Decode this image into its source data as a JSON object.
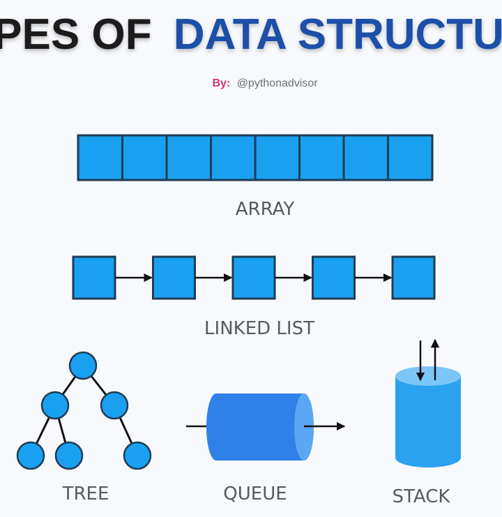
{
  "header": {
    "title_part1": "TYPES OF",
    "title_part2": "DATA STRUCTURE",
    "credit_prefix": "By:",
    "credit_handle": "@pythonadvisor"
  },
  "labels": {
    "array": "ARRAY",
    "linked_list": "LINKED LIST",
    "tree": "TREE",
    "queue": "QUEUE",
    "stack": "STACK"
  },
  "colors": {
    "background": "#f7f9fc",
    "title_dark": "#1c1c1e",
    "title_blue": "#1f4fa8",
    "credit_prefix": "#d6336c",
    "credit_handle": "#6b6f76",
    "shape_blue": "#1aa0f0",
    "shape_border": "#1f3c55",
    "queue_blue": "#2f80e8",
    "queue_light": "#5aa7f5",
    "stack_blue": "#2aa2ef",
    "stack_top": "#7cc6f7",
    "arrow": "#111111"
  }
}
